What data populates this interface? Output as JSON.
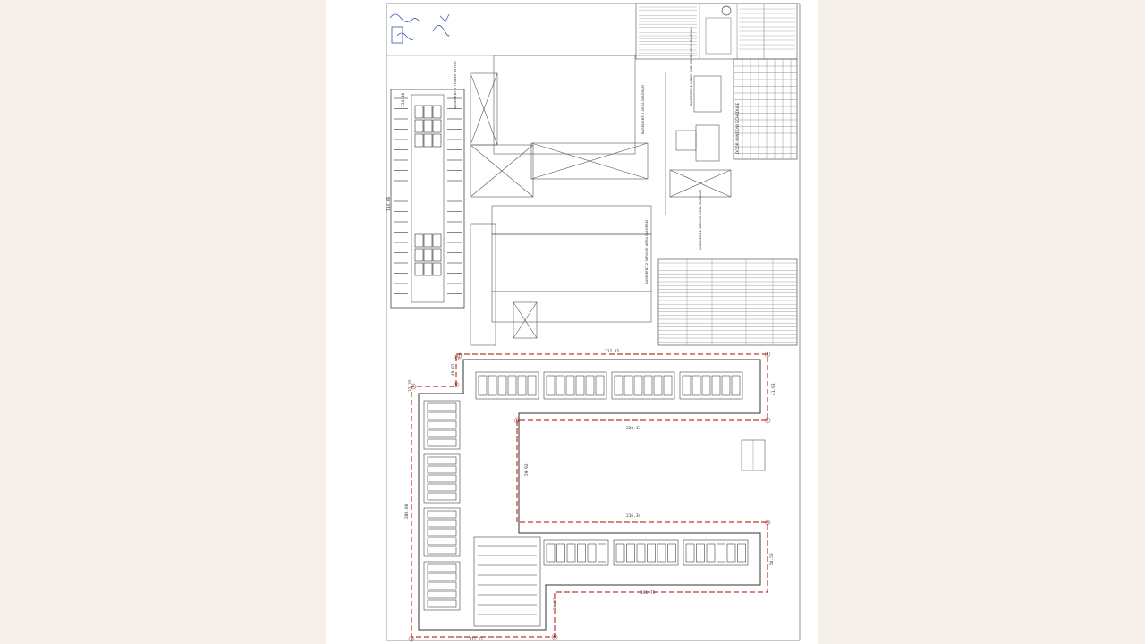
{
  "viewer": {
    "page_background": "#f5f1ea",
    "sheet_background": "#ffffff"
  },
  "drawing": {
    "line_color": "#555555",
    "boundary_color": "#c0392b",
    "labels": {
      "basement_2_tower_a": "BASEMENT-2 TOWER IN FOR",
      "basement_2_area": "BASEMENT-2 AREA DIAGRAM",
      "basement_2_lobby": "BASEMENT-2 LOBBY AND STAIRS AREA DIAGRAM",
      "basement_2_service": "BASEMENT-2 SERVICE AREA DIAGRAM",
      "basement_2_service_b": "BASEMENT-2 SERVICE AREA DIAGRAM",
      "door_window_schedule": "DOOR WINDOW SCHEDULE"
    },
    "dimensions": {
      "top_block_left": "134.10",
      "tower_strip_width": "114.60",
      "top_wing_length": "217.15",
      "top_wing_left_a": "48.01",
      "top_wing_left_b": "37.35",
      "top_wing_right": "41.93",
      "inner_top": "220.17",
      "inner_vertical": "59.92",
      "inner_bottom": "216.34",
      "left_overall": "208.60",
      "bottom_right_height": "54.50",
      "bottom_wing_length": "191.73",
      "bottom_left": "112.51",
      "bottom_step": "38.01"
    },
    "corner_markers": [
      "A",
      "B",
      "C",
      "D",
      "E",
      "F",
      "G",
      "H",
      "M",
      "N"
    ]
  }
}
